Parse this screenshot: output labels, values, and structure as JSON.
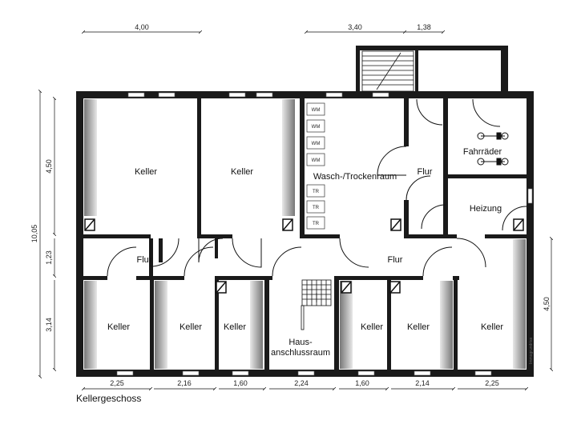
{
  "plan_title": "Kellergeschoss",
  "credit": "Immogrundriss",
  "rooms": {
    "keller_top_left": "Keller",
    "keller_top_mid": "Keller",
    "waschraum": "Wasch-/Trockenraum",
    "flur_right": "Flur",
    "fahrraeder": "Fahrräder",
    "heizung": "Heizung",
    "flur_left": "Flur",
    "flur_middle": "Flur",
    "keller_b1": "Keller",
    "keller_b2": "Keller",
    "keller_b3": "Keller",
    "hausanschluss_1": "Haus-",
    "hausanschluss_2": "anschlussraum",
    "keller_b4": "Keller",
    "keller_b5": "Keller",
    "keller_b6": "Keller"
  },
  "appliances": [
    "WM",
    "WM",
    "WM",
    "WM",
    "TR",
    "TR",
    "TR"
  ],
  "dimensions": {
    "top": [
      "4,00",
      "3,40",
      "1,38"
    ],
    "bottom": [
      "2,25",
      "2,16",
      "1,60",
      "2,24",
      "1,60",
      "2,14",
      "2,25"
    ],
    "left_total": "10,05",
    "left": [
      "4,50",
      "1,23",
      "3,14"
    ],
    "right": "4,50"
  }
}
